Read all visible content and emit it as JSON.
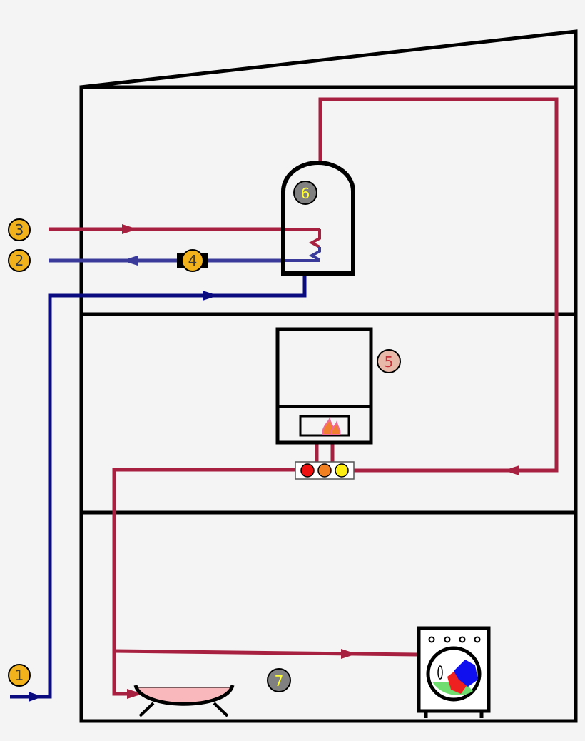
{
  "colors": {
    "background": "#f4f4f4",
    "wall": "#000000",
    "hot_pipe": "#a8203f",
    "cold_pipe": "#0b0b80",
    "return_pipe": "#3a3a9a",
    "badge_orange": "#f2b21b",
    "badge_grey": "#808080",
    "badge_peach": "#e8b8a8",
    "badge_yellow_text": "#ffff33",
    "badge_dark_text": "#3a3a3a",
    "badge_red_text": "#c8323c",
    "tub_fill": "#f8b8bc",
    "flame_orange": "#f08030",
    "flame_pink": "#f06898",
    "led_red": "#ee1111",
    "led_orange": "#f08020",
    "led_yellow": "#ffee11",
    "laundry_blue": "#1010ee",
    "laundry_red": "#ee2020",
    "laundry_green": "#70dd70"
  },
  "labels": {
    "badge_1": "1",
    "badge_2": "2",
    "badge_3": "3",
    "badge_4": "4",
    "badge_5": "5",
    "badge_6": "6",
    "badge_7": "7"
  },
  "icons": {
    "boiler": "wall-boiler-icon",
    "tank": "water-heater-tank-icon",
    "tub": "bathtub-icon",
    "washer": "washing-machine-icon",
    "valve": "valve-icon",
    "manifold": "control-manifold-icon"
  }
}
